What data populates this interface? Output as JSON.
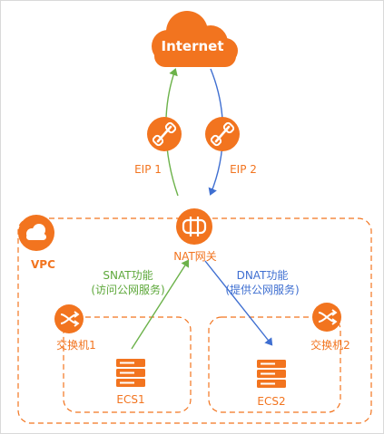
{
  "title": "",
  "colors": {
    "orange": "#f2741f",
    "green": "#6cb24a",
    "blue": "#3f6fd1",
    "border": "#d9d9d9"
  },
  "nodes": {
    "internet": {
      "label": "Internet",
      "icon": "cloud-icon"
    },
    "eip1": {
      "label": "EIP 1",
      "icon": "eip-link-icon"
    },
    "eip2": {
      "label": "EIP 2",
      "icon": "eip-link-icon"
    },
    "nat": {
      "label": "NAT网关",
      "icon": "nat-gateway-icon"
    },
    "vpc": {
      "label": "VPC",
      "icon": "vpc-cloud-icon"
    },
    "switch1": {
      "label": "交换机1",
      "icon": "switch-shuffle-icon"
    },
    "switch2": {
      "label": "交换机2",
      "icon": "switch-shuffle-icon"
    },
    "ecs1": {
      "label": "ECS1",
      "icon": "server-icon"
    },
    "ecs2": {
      "label": "ECS2",
      "icon": "server-icon"
    }
  },
  "features": {
    "snat": {
      "name": "SNAT功能",
      "desc": "(访问公网服务)"
    },
    "dnat": {
      "name": "DNAT功能",
      "desc": "(提供公网服务)"
    }
  }
}
